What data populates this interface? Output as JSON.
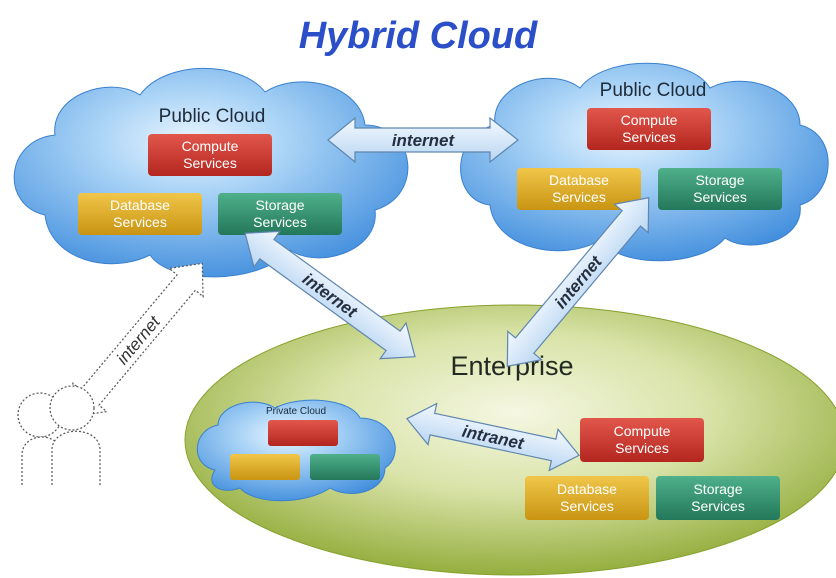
{
  "title": "Hybrid Cloud",
  "clouds": [
    {
      "label": "Public Cloud",
      "compute": [
        "Compute",
        "Services"
      ],
      "database": [
        "Database",
        "Services"
      ],
      "storage": [
        "Storage",
        "Services"
      ]
    },
    {
      "label": "Public Cloud",
      "compute": [
        "Compute",
        "Services"
      ],
      "database": [
        "Database",
        "Services"
      ],
      "storage": [
        "Storage",
        "Services"
      ]
    }
  ],
  "enterprise": {
    "label": "Enterprise",
    "private_cloud_label": "Private Cloud",
    "compute": [
      "Compute",
      "Services"
    ],
    "database": [
      "Database",
      "Services"
    ],
    "storage": [
      "Storage",
      "Services"
    ]
  },
  "links": {
    "cloud_to_cloud": "internet",
    "cloud_to_enterprise": "internet",
    "cloud2_to_enterprise": "internet",
    "users_to_cloud": "internet",
    "private_to_enterprise": "intranet"
  },
  "colors": {
    "title": "#2a4fc9",
    "cloud": "#4a97e2",
    "enterprise": "#9fbb3f",
    "compute": "#c8312a",
    "database": "#d8a623",
    "storage": "#2f8f6b",
    "arrow": "#cfe3f6"
  }
}
